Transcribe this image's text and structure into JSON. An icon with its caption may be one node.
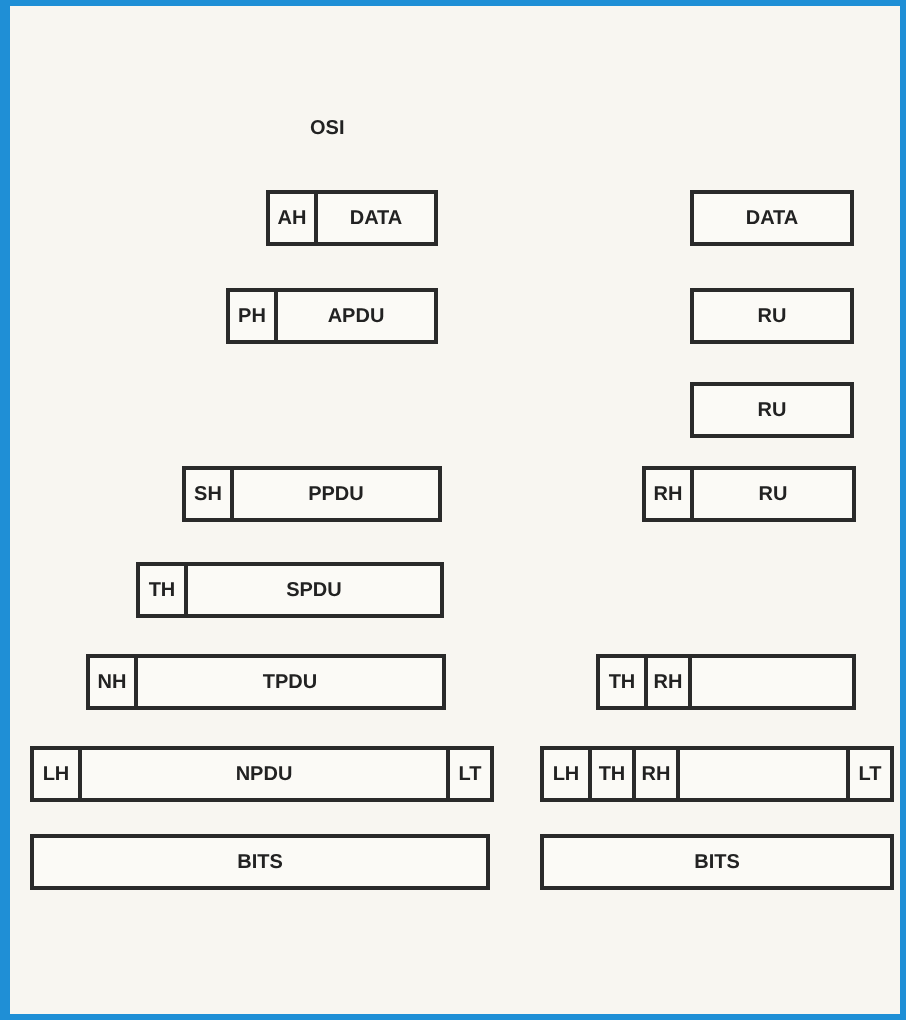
{
  "diagram": {
    "nodes": [
      {
        "text": [],
        "shape": "bar"
      },
      {
        "text": [
          "AH"
        ],
        "in": 0
      },
      {
        "text": [
          "DATA"
        ],
        "in": 0
      },
      {
        "text": [
          "DATA"
        ]
      },
      {
        "text": [],
        "shape": "bar"
      },
      {
        "text": [
          "PH"
        ],
        "in": 4
      },
      {
        "text": [
          "APDU"
        ],
        "in": 4
      },
      {
        "text": [
          "RU"
        ]
      },
      {
        "text": [
          "RU"
        ]
      },
      {
        "text": [],
        "shape": "bar"
      },
      {
        "text": [
          "SH"
        ],
        "in": 9
      },
      {
        "text": [
          "PPDU"
        ],
        "in": 9
      },
      {
        "text": [],
        "shape": "bar"
      },
      {
        "text": [
          "RH"
        ],
        "in": 12
      },
      {
        "text": [
          "RU"
        ],
        "in": 12
      },
      {
        "text": [],
        "shape": "bar"
      },
      {
        "text": [
          "TH"
        ],
        "in": 15
      },
      {
        "text": [
          "SPDU"
        ],
        "in": 15
      },
      {
        "text": [],
        "shape": "bar"
      },
      {
        "text": [
          "NH"
        ],
        "in": 18
      },
      {
        "text": [
          "TPDU"
        ],
        "in": 18
      },
      {
        "text": [],
        "shape": "bar"
      },
      {
        "text": [
          "TH"
        ],
        "in": 21
      },
      {
        "text": [
          "RH"
        ],
        "in": 21
      },
      {
        "text": [],
        "shape": "box",
        "in": 21
      },
      {
        "text": [],
        "shape": "bar"
      },
      {
        "text": [
          "LH"
        ],
        "in": 25
      },
      {
        "text": [
          "NPDU"
        ],
        "in": 25
      },
      {
        "text": [
          "LT"
        ],
        "in": 25
      },
      {
        "text": [],
        "shape": "bar"
      },
      {
        "text": [
          "LH"
        ],
        "in": 29
      },
      {
        "text": [
          "TH"
        ],
        "in": 29
      },
      {
        "text": [
          "RH"
        ],
        "in": 29
      },
      {
        "text": [],
        "shape": "box",
        "in": 29
      },
      {
        "text": [
          "LT"
        ],
        "in": 29
      },
      {
        "text": [
          "BITS"
        ]
      },
      {
        "text": [
          "BITS"
        ]
      }
    ],
    "labels": [
      "OSI"
    ]
  }
}
